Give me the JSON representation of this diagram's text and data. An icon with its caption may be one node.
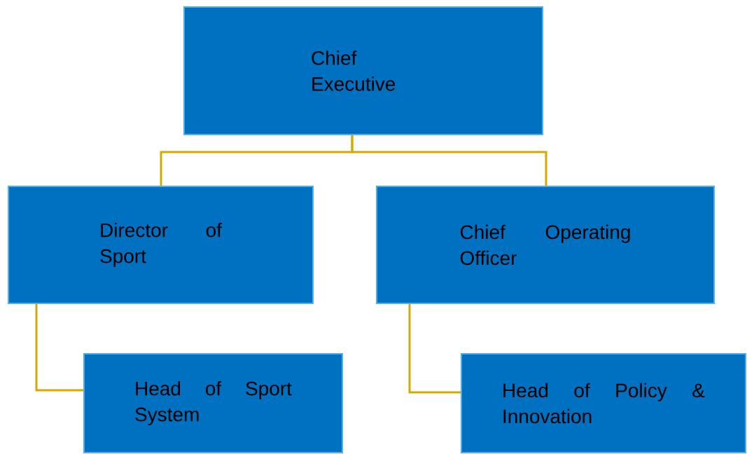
{
  "diagram": {
    "nodes": [
      {
        "text": [
          "Chief Executive"
        ]
      },
      {
        "text": [
          "Director of Sport"
        ]
      },
      {
        "text": [
          "Chief Operating Officer"
        ]
      },
      {
        "text": [
          "Head of Sport System"
        ]
      },
      {
        "text": [
          "Head of Policy & Innovation"
        ]
      }
    ],
    "edges": [
      {
        "from": 0,
        "to": 1,
        "arrow": "none"
      },
      {
        "from": 0,
        "to": 2,
        "arrow": "none"
      },
      {
        "from": 1,
        "to": 3,
        "arrow": "none"
      },
      {
        "from": 2,
        "to": 4,
        "arrow": "none"
      }
    ]
  }
}
